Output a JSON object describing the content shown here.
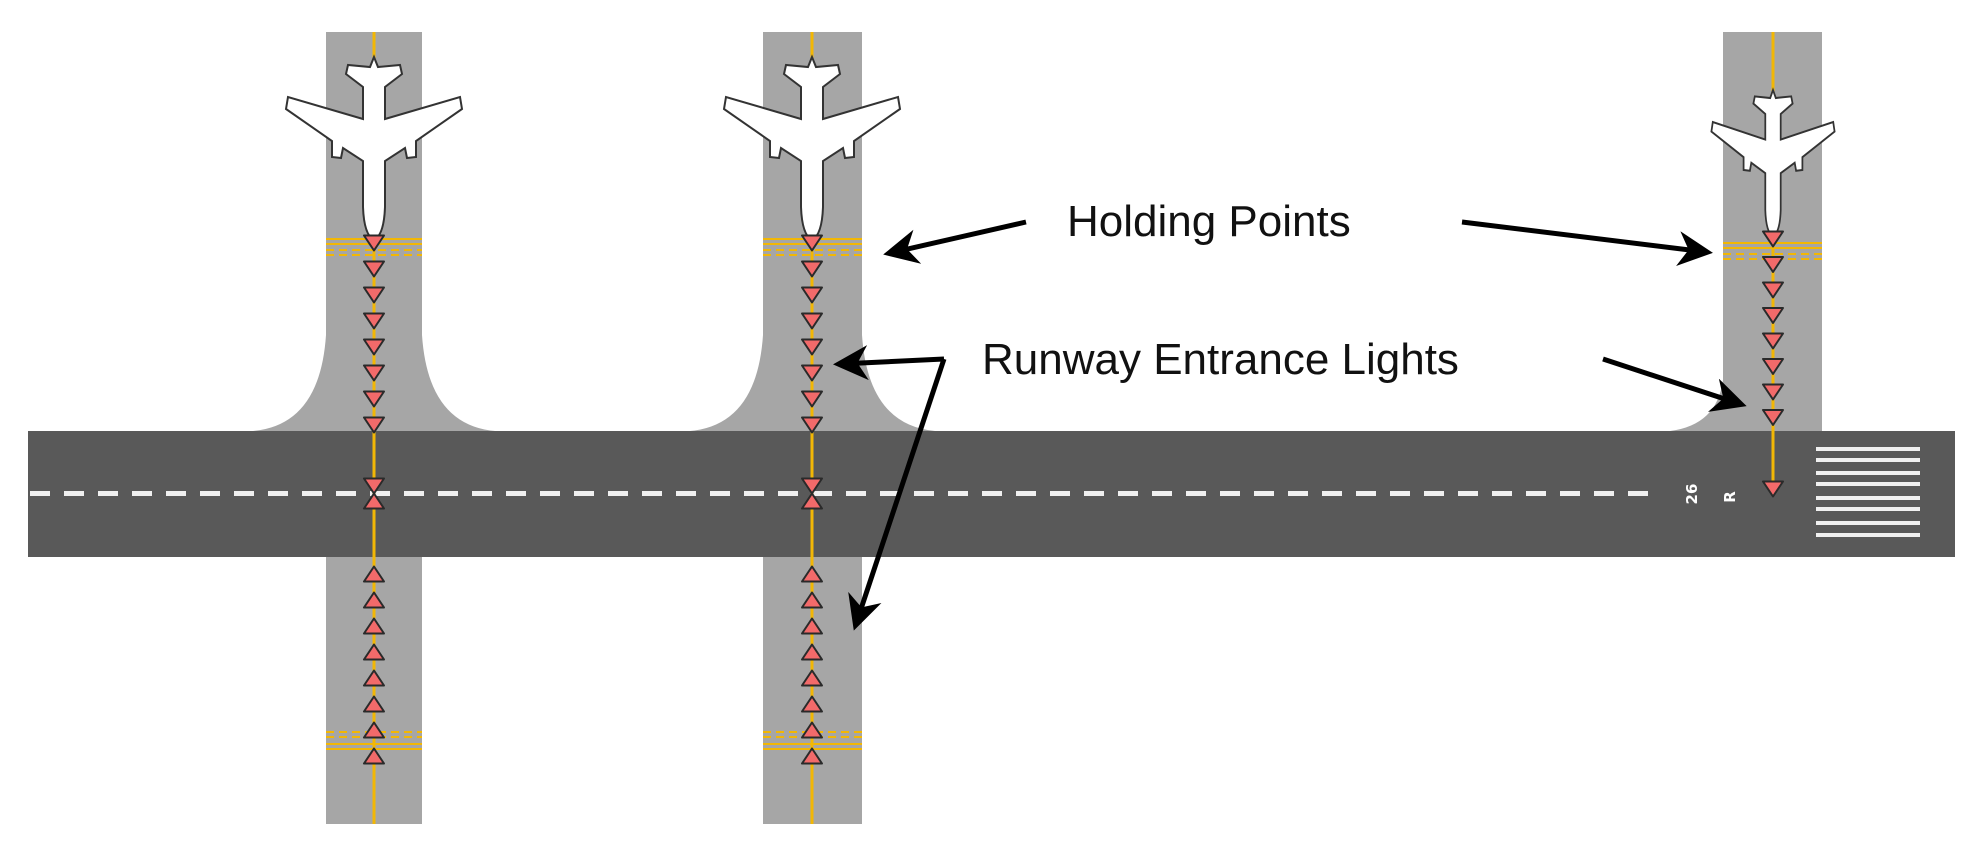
{
  "annotations": {
    "holding_points": "Holding Points",
    "runway_entrance_lights": "Runway Entrance Lights"
  },
  "runway": {
    "designator_number": "26",
    "designator_letter": "R"
  },
  "colors": {
    "runway": "#595959",
    "taxiway": "#a6a6a6",
    "centerline": "#f2b705",
    "light_fill": "#f26a6a",
    "light_stroke": "#2a2a2a",
    "arrow": "#000000"
  },
  "icons": [
    "airplane-icon",
    "runway-entrance-light-icon",
    "arrow-icon"
  ]
}
